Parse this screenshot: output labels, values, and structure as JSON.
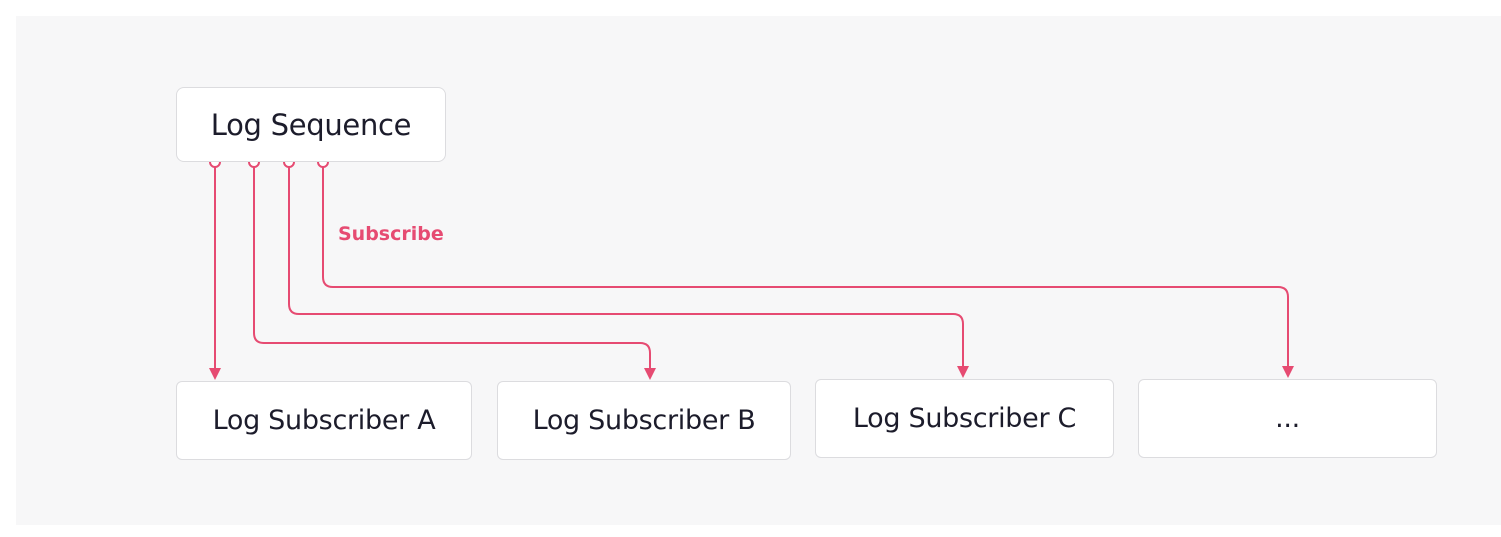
{
  "diagram": {
    "source": {
      "label": "Log Sequence"
    },
    "edge_label": "Subscribe",
    "subscribers": [
      {
        "label": "Log Subscriber A"
      },
      {
        "label": "Log Subscriber B"
      },
      {
        "label": "Log Subscriber C"
      },
      {
        "label": "..."
      }
    ]
  },
  "colors": {
    "wire": "#e64b72",
    "background": "#f7f7f8",
    "node_border": "#dcdcdf",
    "text": "#1c1c2b"
  }
}
